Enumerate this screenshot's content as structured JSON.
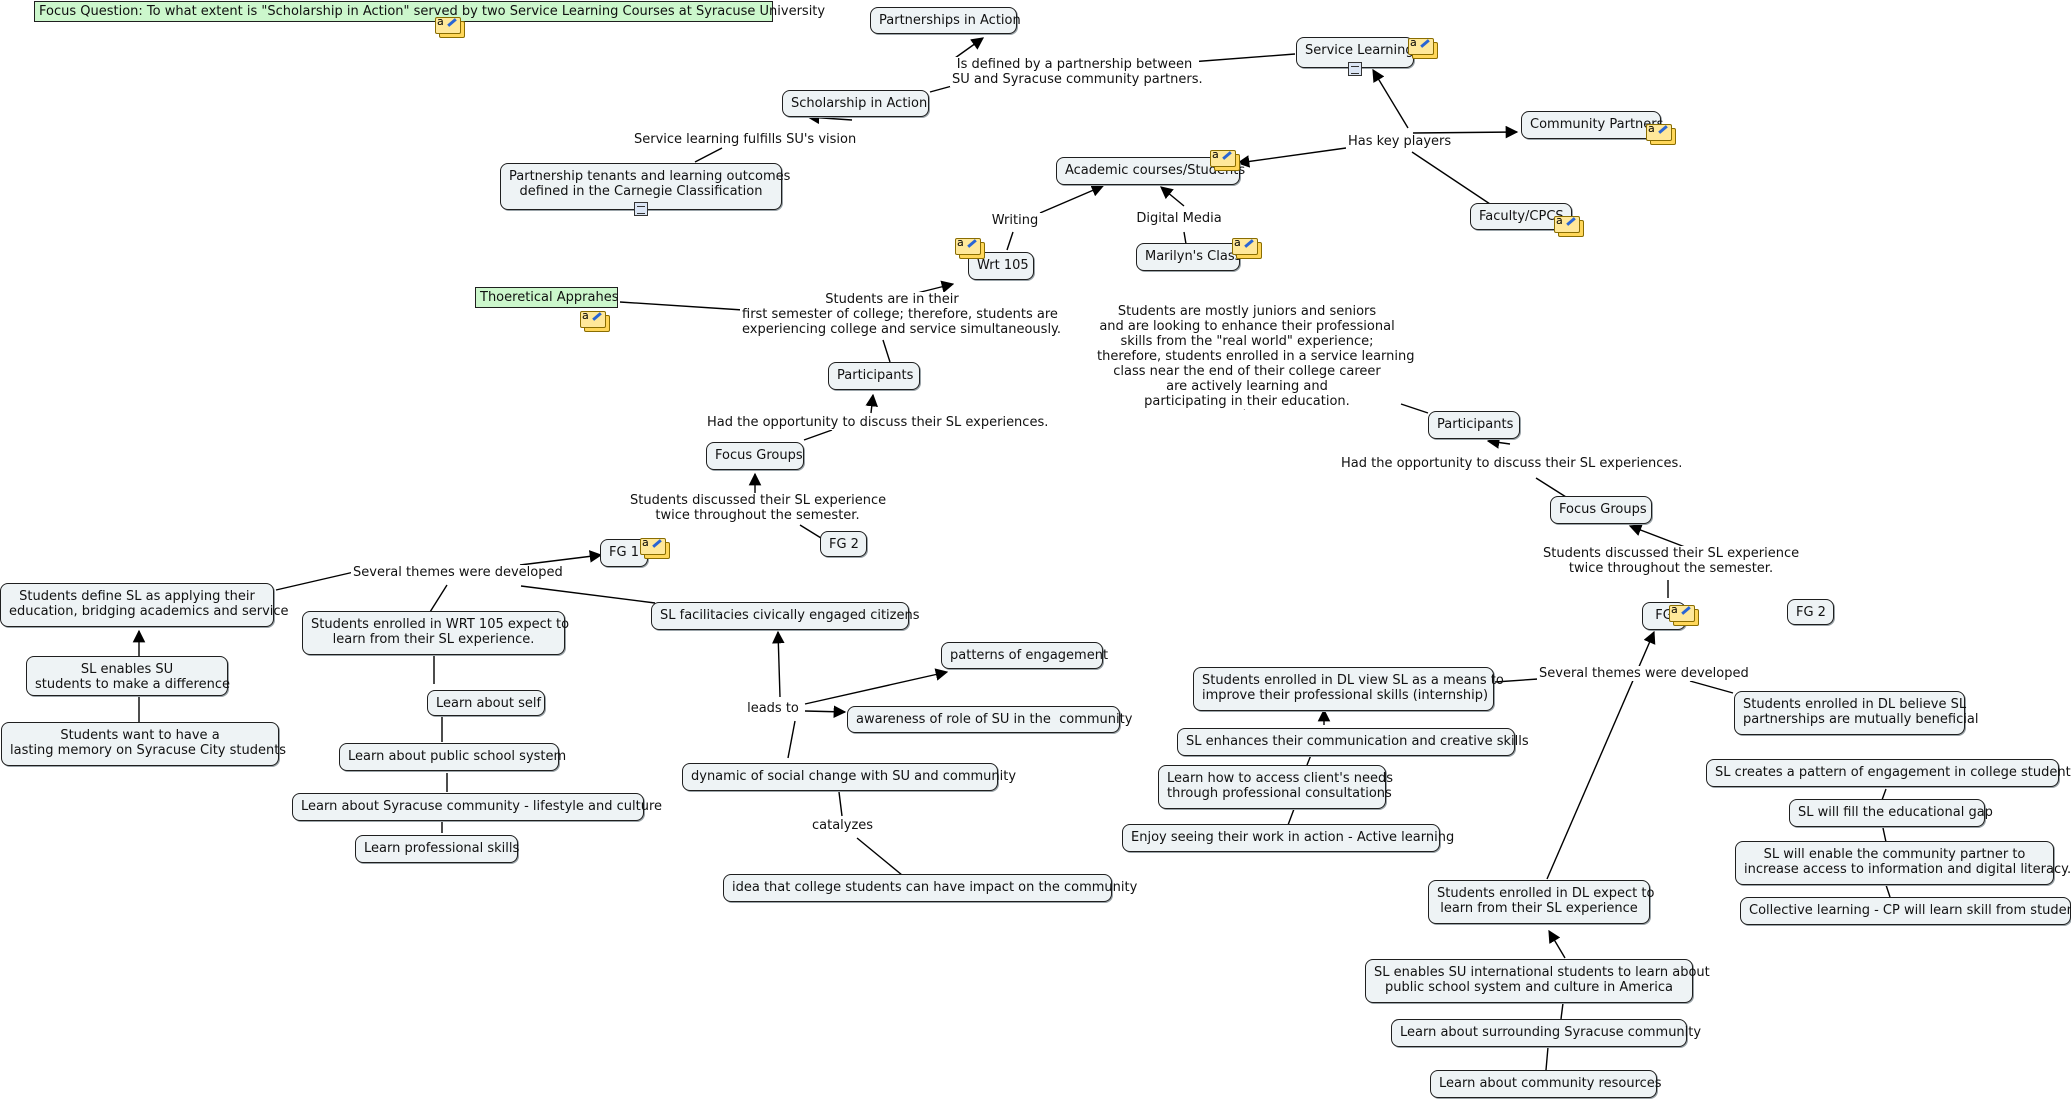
{
  "focus_question": "Focus Question: To what extent is \"Scholarship in Action\" served by two Service Learning Courses at Syracuse University",
  "theoretical": "Thoeretical Apprahes",
  "nodes": {
    "partnerships": "Partnerships in Action",
    "service_learning": "Service Learning",
    "scholarship": "Scholarship in Action",
    "carnegie": "Partnership tenants and learning outcomes\ndefined in the Carnegie Classification",
    "community_partners": "Community Partners",
    "academic": "Academic courses/Students",
    "faculty": "Faculty/CPCS",
    "wrt105": "Wrt 105",
    "marilyn": "Marilyn's Class",
    "participants_l": "Participants",
    "focus_groups_l": "Focus Groups",
    "fg1_l": "FG 1",
    "fg2_l": "FG 2",
    "define_sl": "Students define SL as applying their\neducation, bridging academics and service",
    "enables_su": "SL enables SU\nstudents to make a difference",
    "lasting": "Students want to have a\nlasting memory on Syracuse City students",
    "wrt_expect": "Students enrolled in WRT 105 expect to\nlearn from their SL experience.",
    "learn_self": "Learn about self",
    "learn_school": "Learn about public school system",
    "learn_syracuse": "Learn about Syracuse community - lifestyle and culture",
    "learn_prof": "Learn professional skills",
    "civic": "SL facilitacies civically engaged citizens",
    "patterns": "patterns of engagement",
    "awareness": "awareness of role of SU in the  community",
    "dynamic": "dynamic of social change with SU and community",
    "idea": "idea that college students can have impact on the community",
    "participants_r": "Participants",
    "focus_groups_r": "Focus Groups",
    "fg_r": "FG",
    "fg2_r": "FG 2",
    "dl_view": "Students enrolled in DL view SL as a means to\nimprove their professional skills (internship)",
    "sl_enhances": "SL enhances their communication and creative skills",
    "learn_access": "Learn how to access client's needs\nthrough professional consultations",
    "enjoy": "Enjoy seeing their work in action - Active learning",
    "dl_believe": "Students enrolled in DL believe SL\npartnerships are mutually beneficial",
    "sl_creates": "SL creates a pattern of engagement in college students",
    "sl_fill": "SL will fill the educational gap",
    "sl_enable_cp": "SL will enable the community partner to\nincrease access to information and digital literacy.",
    "collective": "Collective learning - CP will learn skill from student.",
    "dl_expect": "Students enrolled in DL expect to\nlearn from their SL experience",
    "sl_intl": "SL enables SU international students to learn about\npublic school system and culture in America",
    "learn_surrounding": "Learn about surrounding Syracuse community",
    "learn_resources": "Learn about community resources"
  },
  "labels": {
    "defined_by": "Is defined by a partnership between\nSU and Syracuse community partners.",
    "fulfills": "Service learning fulfills SU's vision",
    "key_players": "Has key players",
    "writing": "Writing",
    "digital_media": "Digital Media",
    "first_semester": "Students are in their\nfirst semester of college; therefore, students are\nexperiencing college and service simultaneously.",
    "juniors": "Students are mostly juniors and seniors\nand are looking to enhance their professional\nskills from the \"real world\" experience;\ntherefore, students enrolled in a service learning\nclass near the end of their college career\nare actively learning and\nparticipating in their education.",
    "opportunity_l": "Had the opportunity to discuss their SL experiences.",
    "discussed_l": "Students discussed their SL experience\ntwice throughout the semester.",
    "themes_l": "Several themes were developed",
    "leads_to": "leads to",
    "catalyzes": "catalyzes",
    "opportunity_r": "Had the opportunity to discuss their SL experiences.",
    "discussed_r": "Students discussed their SL experience\ntwice throughout the semester.",
    "themes_r": "Several themes were developed"
  },
  "badge_letter": "a"
}
